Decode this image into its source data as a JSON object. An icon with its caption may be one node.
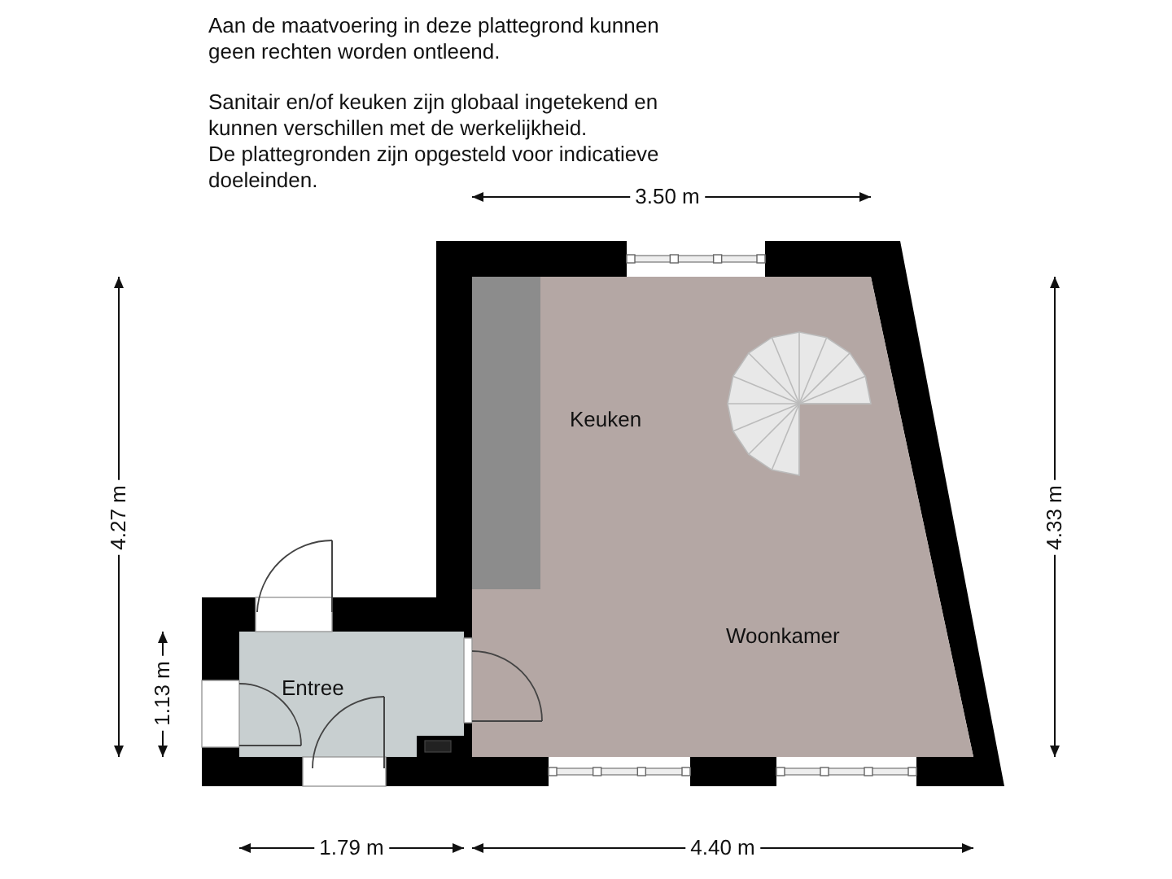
{
  "diagram": {
    "nodes": [
      {
        "text": [
          "Keuken",
          "Woonkamer"
        ]
      },
      {
        "text": [],
        "shape": "box",
        "in": 0
      },
      {
        "text": [
          "Entree"
        ]
      }
    ],
    "labels": [
      "Aan de maatvoering in deze plattegrond kunnen geen rechten worden ontleend.",
      "Sanitair en/of keuken zijn globaal ingetekend en kunnen verschillen met de werkelijkheid.",
      "De plattegronden zijn opgesteld voor indicatieve doeleinden.",
      "3.50 m",
      "4.27 m",
      "1.13 m",
      "4.33 m",
      "1.79 m",
      "4.40 m"
    ]
  }
}
